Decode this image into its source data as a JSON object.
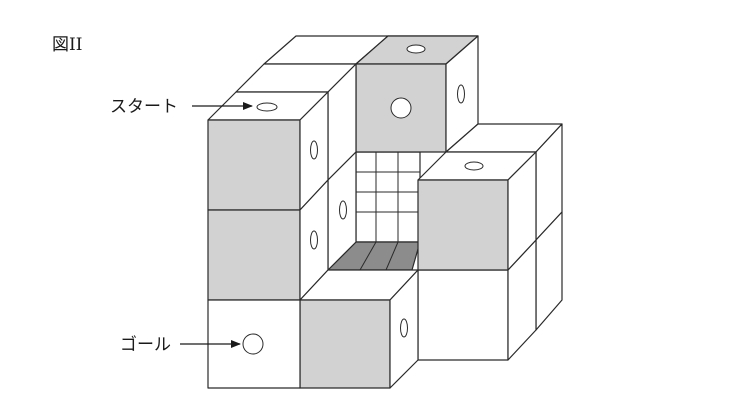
{
  "figure": {
    "label": "図II",
    "start_label": "スタート",
    "goal_label": "ゴール"
  },
  "colors": {
    "face_light": "#ffffff",
    "face_gray": "#d2d2d2",
    "face_dark": "#8c8c8c",
    "stroke": "#2a2a2a",
    "background": "#ffffff"
  },
  "icons": [
    "start-arrow-icon",
    "goal-arrow-icon",
    "hole-icon"
  ]
}
